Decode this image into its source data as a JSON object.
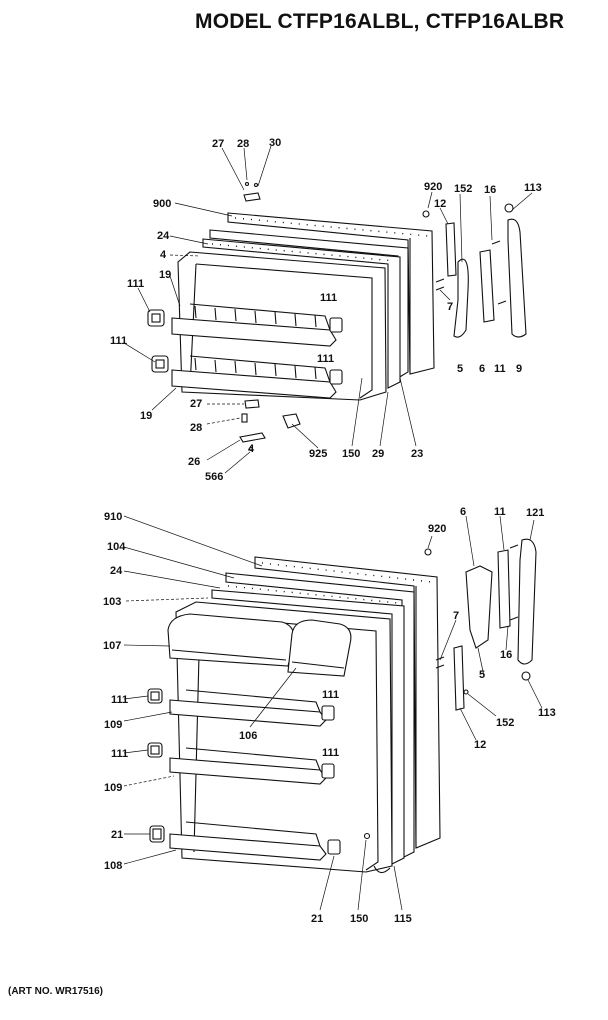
{
  "title": "MODEL CTFP16ALBL, CTFP16ALBR",
  "art_no": "(ART NO. WR17516)",
  "upper_door_labels": {
    "p27": "27",
    "p28": "28",
    "p30": "30",
    "p900": "900",
    "p24": "24",
    "p4": "4",
    "p111a": "111",
    "p19a": "19",
    "p111b": "111",
    "p19b": "19",
    "p111c": "111",
    "p111d": "111",
    "p27b": "27",
    "p28b": "28",
    "p26": "26",
    "p4b": "4",
    "p566": "566",
    "p925": "925",
    "p150": "150",
    "p29": "29",
    "p23": "23",
    "p920": "920",
    "p12": "12",
    "p152": "152",
    "p16": "16",
    "p113": "113",
    "p7": "7",
    "p5": "5",
    "p6": "6",
    "p11": "11",
    "p9": "9"
  },
  "lower_door_labels": {
    "p910": "910",
    "p104": "104",
    "p24": "24",
    "p103": "103",
    "p107": "107",
    "p111a": "111",
    "p109a": "109",
    "p106": "106",
    "p111b": "111",
    "p109b": "109",
    "p21a": "21",
    "p108": "108",
    "p21b": "21",
    "p150": "150",
    "p115": "115",
    "p920": "920",
    "p6": "6",
    "p11": "11",
    "p121": "121",
    "p7": "7",
    "p5": "5",
    "p16": "16",
    "p113": "113",
    "p152": "152",
    "p12": "12",
    "p111c": "111",
    "p111d": "111"
  }
}
